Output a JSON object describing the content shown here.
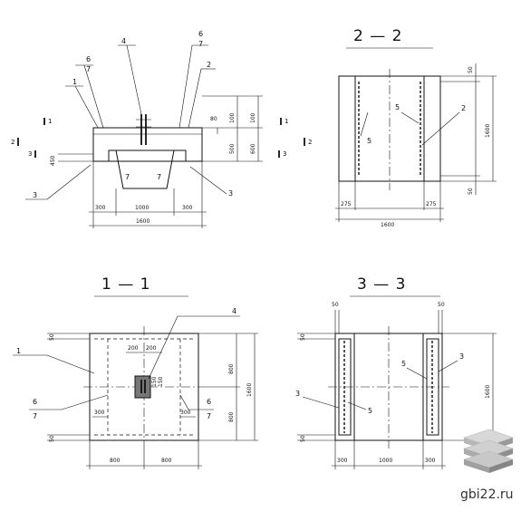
{
  "sections": {
    "s22": "2 — 2",
    "s11": "1 — 1",
    "s33": "3 — 3"
  },
  "top_view": {
    "pos1": "1",
    "pos2": "2",
    "pos3l": "3",
    "pos3r": "3",
    "pos4": "4",
    "pos6l": "6",
    "pos7l": "7",
    "pos6r": "6",
    "pos7r": "7",
    "pos7a": "7",
    "pos7b": "7",
    "cut1l": "1",
    "cut1r": "1",
    "cut2l": "2",
    "cut2r": "2",
    "cut3l": "3",
    "cut3r": "3",
    "d300l": "300",
    "d1000": "1000",
    "d300r": "300",
    "d1600": "1600",
    "d80": "80",
    "d500": "500",
    "d600": "600",
    "d100a": "100",
    "d100b": "100",
    "d450": "450"
  },
  "view22": {
    "pos5a": "5",
    "pos5b": "5",
    "pos2": "2",
    "d50t": "50",
    "d50b": "50",
    "d1600v": "1600",
    "d275l": "275",
    "d275r": "275",
    "d1600h": "1600"
  },
  "view11": {
    "pos1": "1",
    "pos4": "4",
    "pos6l": "6",
    "pos7l": "7",
    "pos6r": "6",
    "pos7r": "7",
    "d200l": "200",
    "d200r": "200",
    "d150a": "150",
    "d150b": "150",
    "d300l": "300",
    "d300r": "300",
    "d50t": "50",
    "d50b": "50",
    "d800a": "800",
    "d800b": "800",
    "d1600v": "1600",
    "d800l": "800",
    "d800r": "800"
  },
  "view33": {
    "pos5a": "5",
    "pos5b": "5",
    "pos3l": "3",
    "pos3r": "3",
    "d50l": "50",
    "d50r": "50",
    "d50t": "50",
    "d50b": "50",
    "d1600v": "1600",
    "d300l": "300",
    "d1000": "1000",
    "d300r": "300"
  },
  "watermark": "gbi22.ru",
  "icon": "stacked-slabs-logo"
}
